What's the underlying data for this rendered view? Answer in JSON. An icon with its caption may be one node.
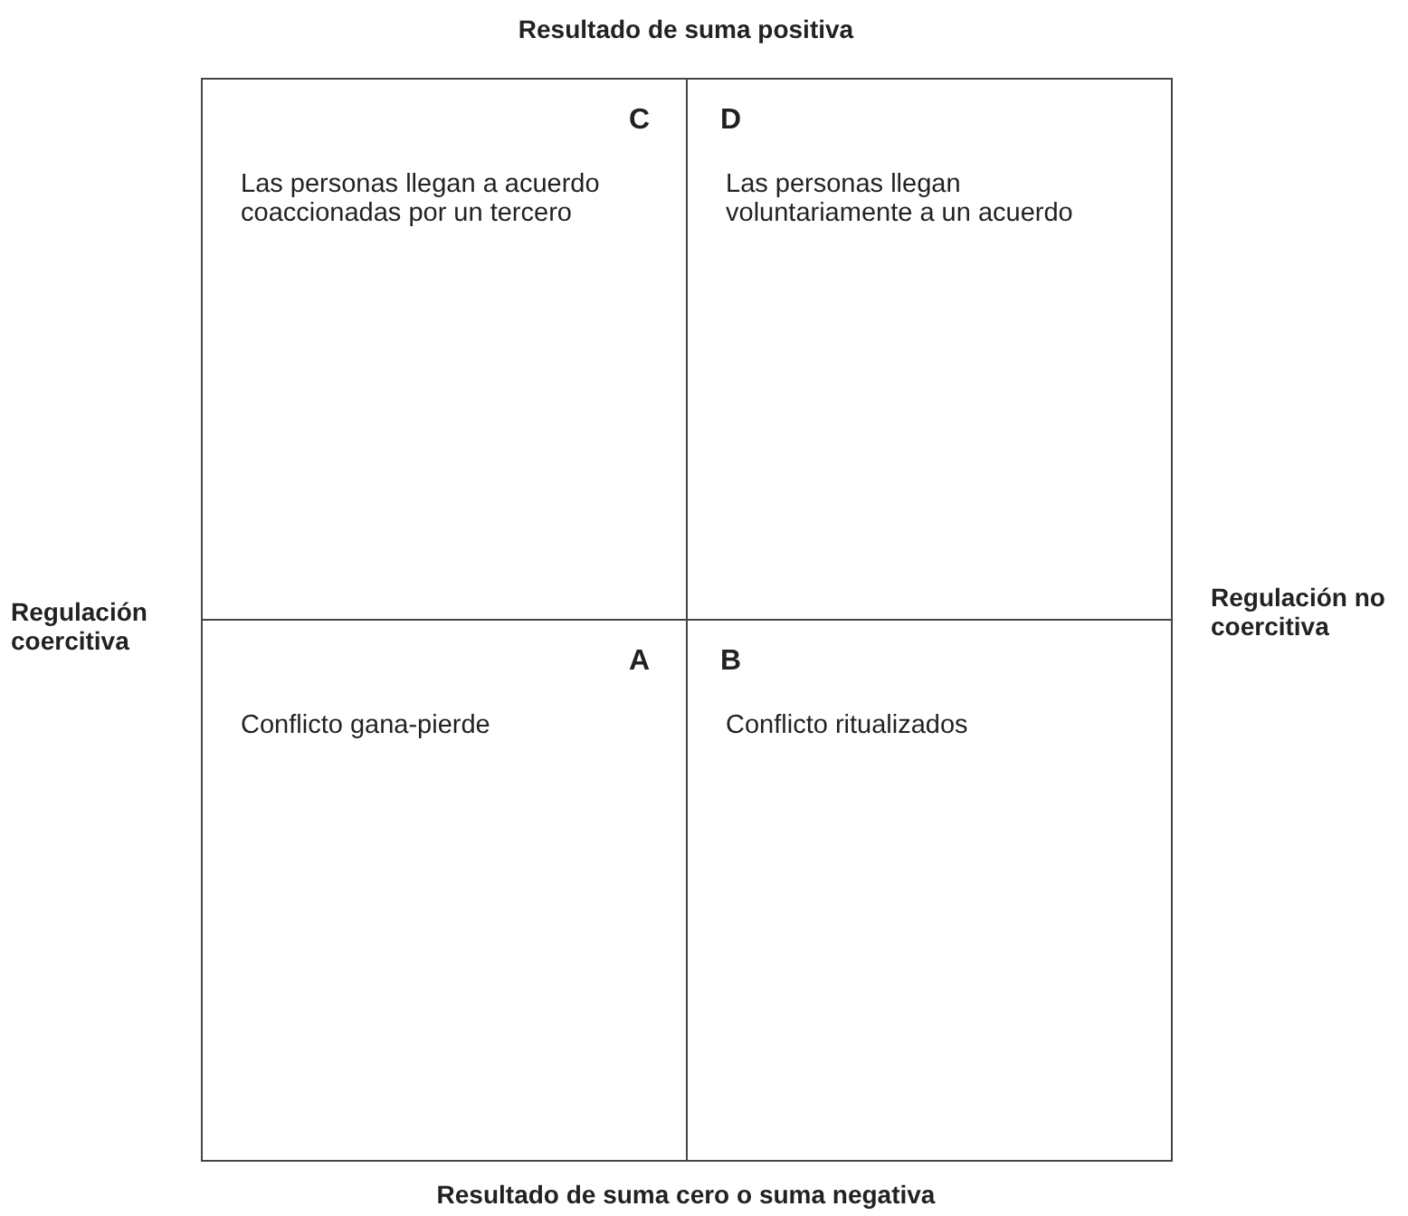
{
  "diagram": {
    "nodes": [
      {
        "text": [
          "C",
          "Las personas llegan a acuerdo coaccionadas por un tercero"
        ]
      },
      {
        "text": [
          "D",
          "Las personas llegan voluntariamente a un acuerdo"
        ]
      },
      {
        "text": [
          "A",
          "Conflicto gana-pierde"
        ]
      },
      {
        "text": [
          "B",
          "Conflicto ritualizados"
        ]
      }
    ],
    "labels": [
      "Resultado de suma positiva",
      "Regulación coercitiva",
      "Regulación no coercitiva",
      "Resultado de suma cero o suma negativa"
    ]
  }
}
